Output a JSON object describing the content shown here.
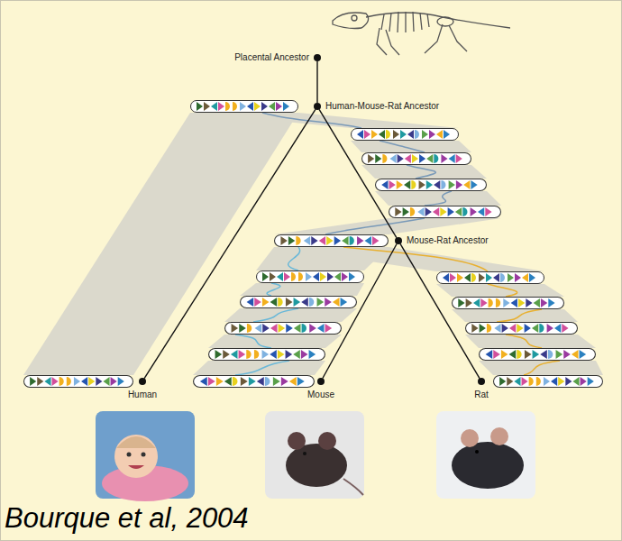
{
  "diagram": {
    "nodes": [
      {
        "text": [
          "Placental Ancestor"
        ]
      },
      {
        "text": [
          "Human-Mouse-Rat Ancestor"
        ]
      },
      {
        "text": [
          "Mouse-Rat Ancestor"
        ]
      },
      {
        "text": [
          "Human"
        ]
      },
      {
        "text": [
          "Mouse"
        ]
      },
      {
        "text": [
          "Rat"
        ]
      }
    ],
    "edges": [
      {
        "from": 0,
        "to": 1,
        "arrow": "none"
      },
      {
        "from": 1,
        "to": 3,
        "arrow": "none"
      },
      {
        "from": 1,
        "to": 2,
        "arrow": "none"
      },
      {
        "from": 2,
        "to": 4,
        "arrow": "none"
      },
      {
        "from": 2,
        "to": 5,
        "arrow": "none"
      }
    ],
    "labels": [
      "Bourque et al, 2004"
    ]
  }
}
